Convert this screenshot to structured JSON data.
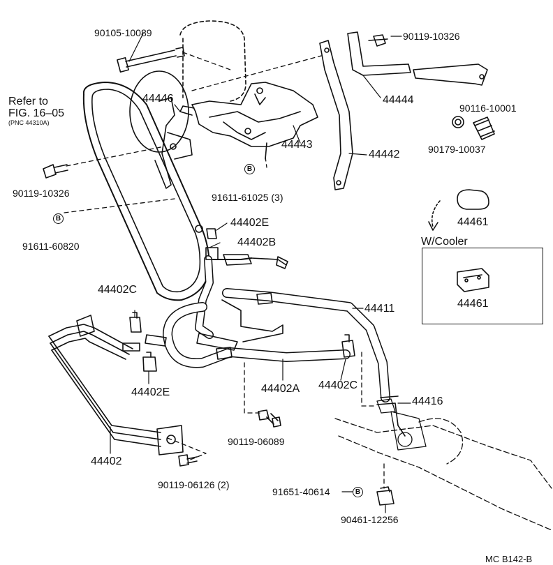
{
  "parts": {
    "p_90105_10089": "90105-10089",
    "p_90119_10326_top": "90119-10326",
    "p_44446": "44446",
    "p_44443": "44443",
    "p_44444": "44444",
    "p_90116_10001": "90116-10001",
    "p_90179_10037": "90179-10037",
    "p_44442": "44442",
    "p_90119_10326_left": "90119-10326",
    "p_91611_61025": "91611-61025 (3)",
    "p_91611_60820": "91611-60820",
    "p_44402E_top": "44402E",
    "p_44402B": "44402B",
    "p_44461_top": "44461",
    "p_44461_box": "44461",
    "p_44402C_left": "44402C",
    "p_44411": "44411",
    "p_44402E_bot": "44402E",
    "p_44402A": "44402A",
    "p_44402C_right": "44402C",
    "p_44416": "44416",
    "p_90119_06089": "90119-06089",
    "p_44402": "44402",
    "p_90119_06126": "90119-06126 (2)",
    "p_91651_40614": "91651-40614",
    "p_90461_12256": "90461-12256"
  },
  "refer": {
    "line1": "Refer to",
    "line2": "FIG. 16–05",
    "line3": "(PNC 44310A)"
  },
  "inset": {
    "title": "W/Cooler"
  },
  "markers": {
    "b": "B"
  },
  "footer": {
    "code": "MC B142-B"
  }
}
